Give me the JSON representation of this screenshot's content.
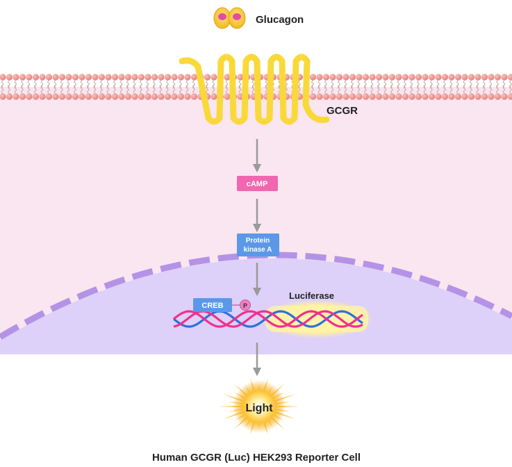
{
  "labels": {
    "ligand": "Glucagon",
    "receptor": "GCGR",
    "second_messenger": "cAMP",
    "kinase_line1": "Protein",
    "kinase_line2": "kinase A",
    "transcription_factor": "CREB",
    "phosphate": "P",
    "reporter_gene": "Luciferase",
    "output": "Light",
    "caption": "Human GCGR (Luc) HEK293 Reporter Cell"
  },
  "colors": {
    "cytoplasm": "#f9e6f0",
    "nucleus": "#ddd0f9",
    "nuclear_envelope": "#b493e6",
    "lipid_head": "#ec8c86",
    "lipid_tail": "#cfa9a6",
    "receptor": "#f9d93a",
    "camp_box": "#f067b0",
    "pka_box": "#5b98e8",
    "creb_box": "#5b98e8",
    "phosphate": "#f080c5",
    "dna_pink": "#f0308c",
    "dna_blue": "#2d6ee0",
    "luciferase_glow": "#fff3a6",
    "arrow": "#9a9a9a",
    "light": "#f7b11a"
  },
  "icons": {
    "ligand": "glucagon-molecule-icon",
    "output": "light-burst-icon"
  }
}
